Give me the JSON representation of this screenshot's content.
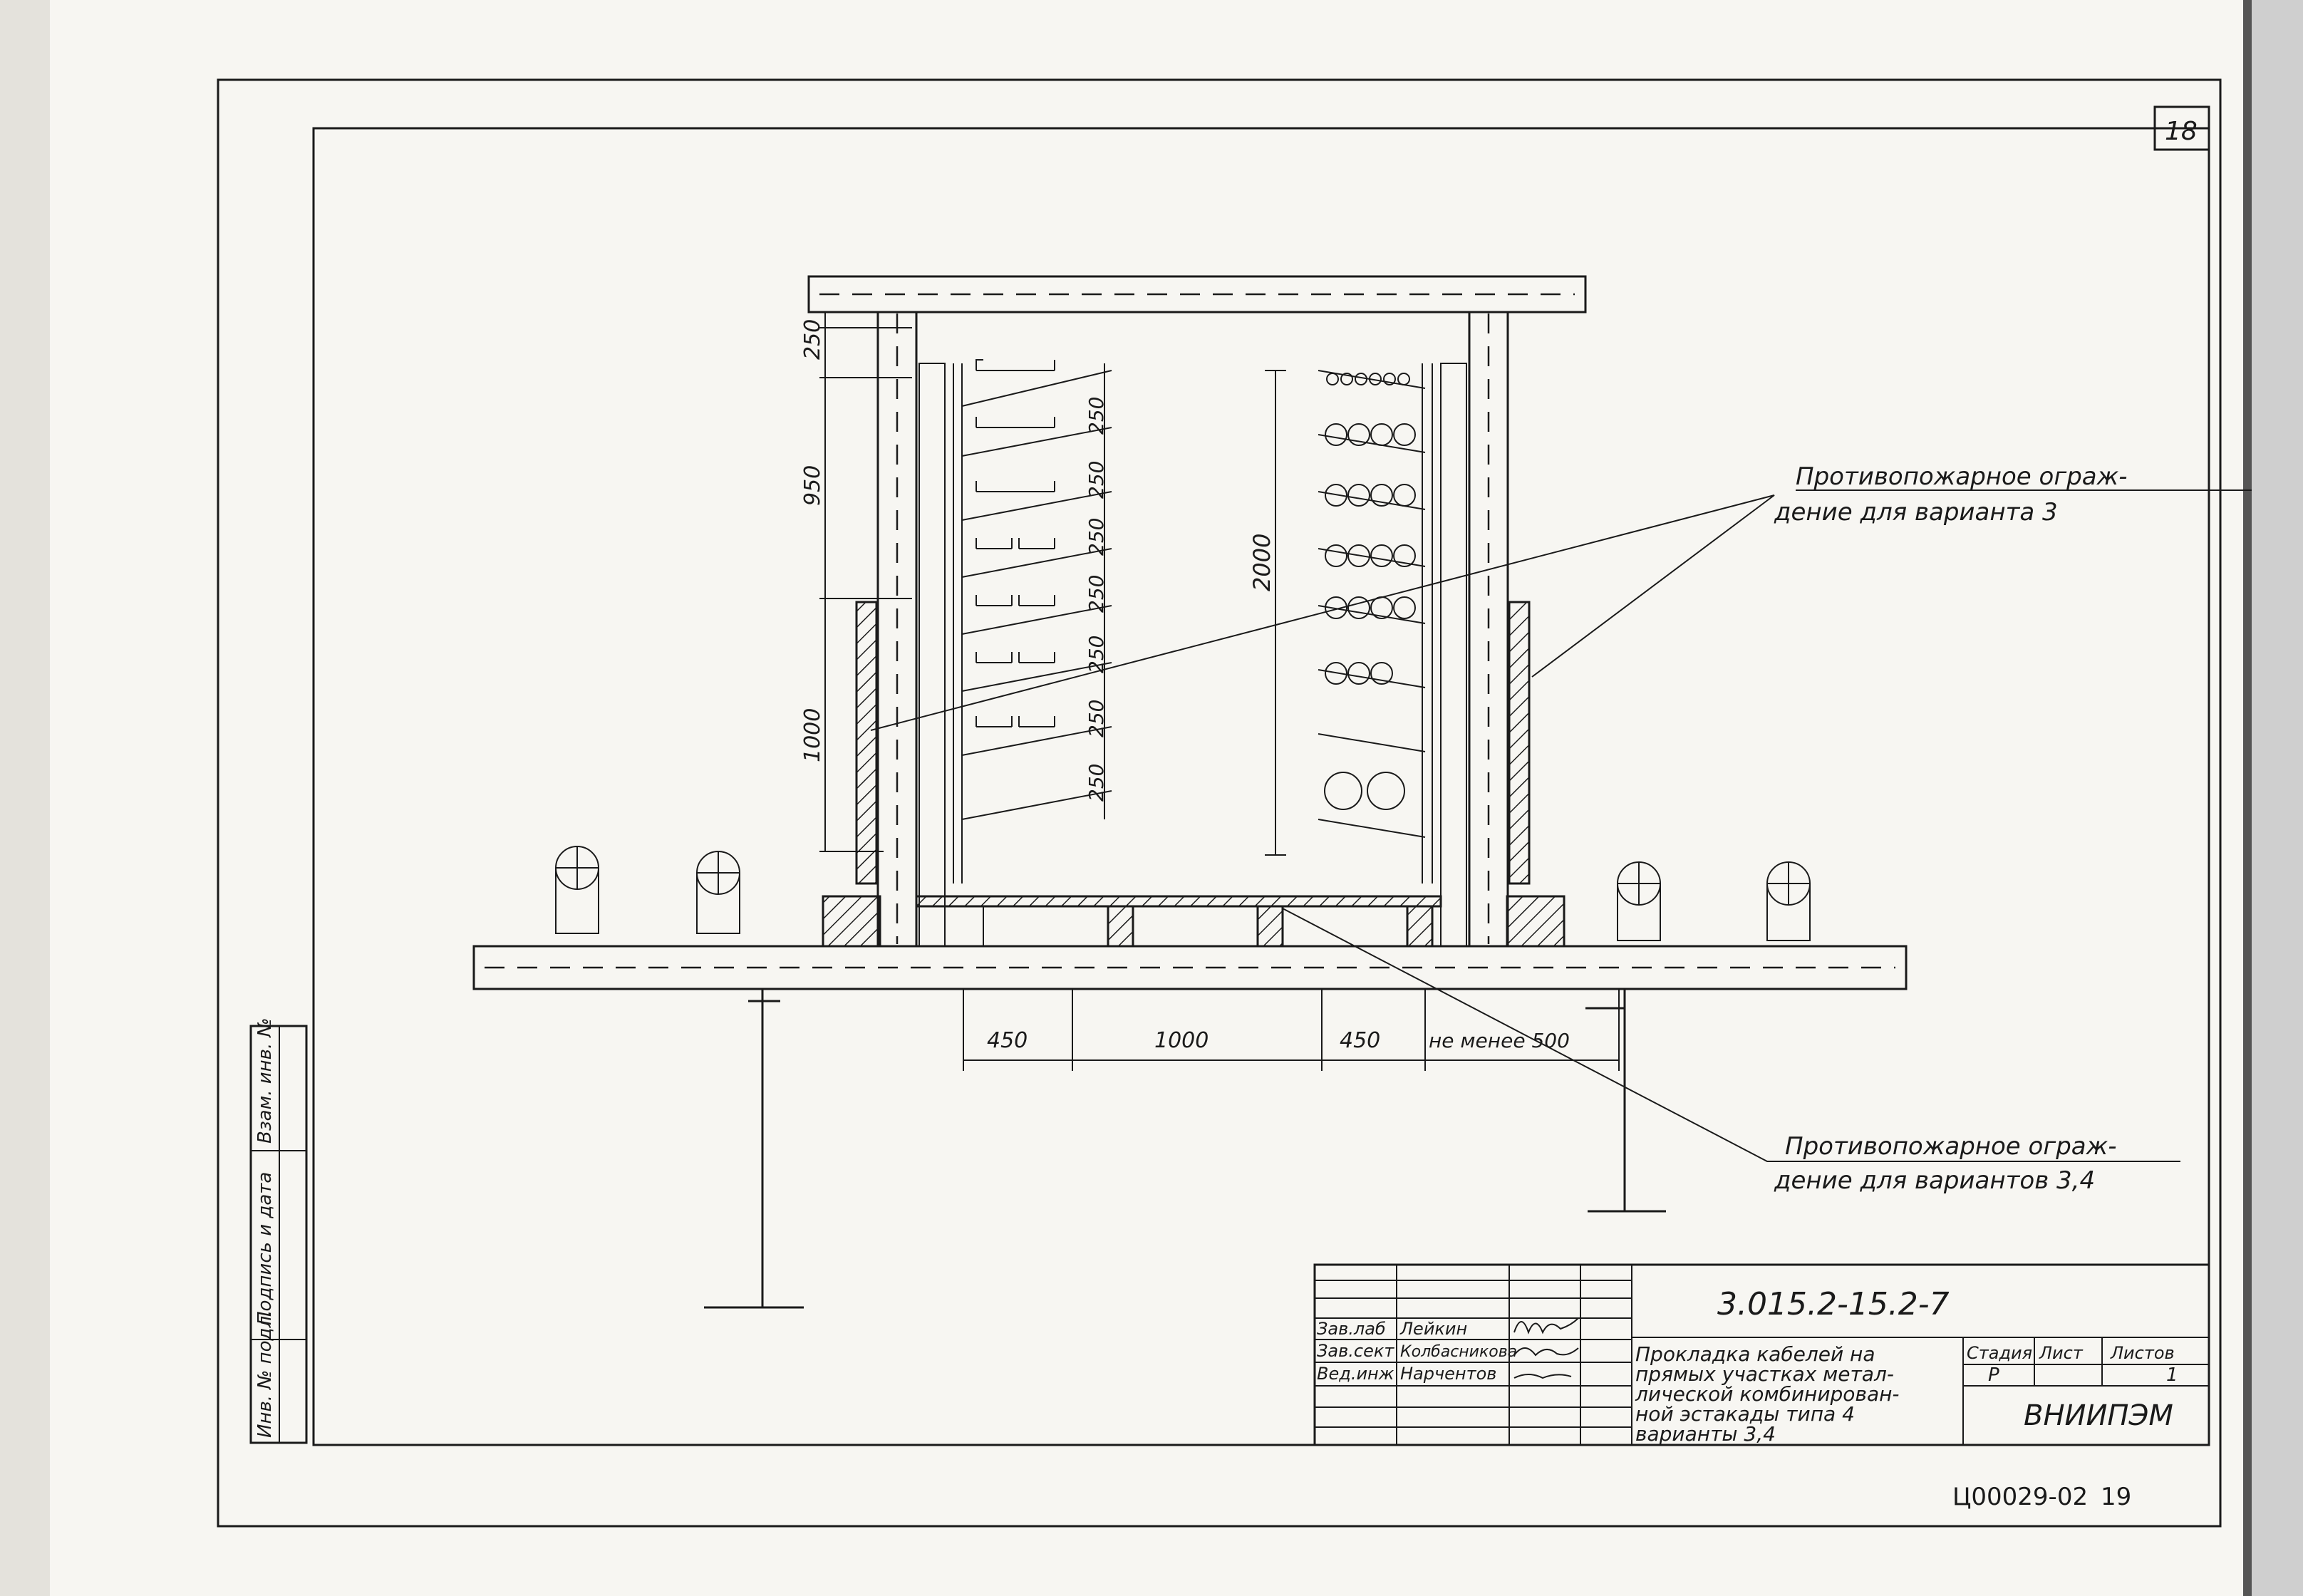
{
  "sheet": {
    "page_number": "18",
    "archive_code": "Ц00029-02",
    "archive_page": "19"
  },
  "drawing": {
    "dimensions_vertical_left": [
      "250",
      "950",
      "1000"
    ],
    "dimensions_shelves": [
      "250",
      "250",
      "250",
      "250",
      "250",
      "250",
      "250"
    ],
    "dimension_right": "2000",
    "dimensions_bottom": [
      "450",
      "1000",
      "450",
      "не менее 500"
    ]
  },
  "callouts": [
    {
      "line1": "Противопожарное ограж-",
      "line2": "дение для варианта 3"
    },
    {
      "line1": "Противопожарное ограж-",
      "line2": "дение для вариантов 3,4"
    }
  ],
  "side_stamp": {
    "fields": [
      "Инв. № подл.",
      "Подпись и дата",
      "Взам. инв. №"
    ]
  },
  "title_block": {
    "document_code": "3.015.2-15.2-7",
    "staff": [
      {
        "role": "Зав.лаб",
        "name": "Лейкин"
      },
      {
        "role": "Зав.сект",
        "name": "Колбасникова"
      },
      {
        "role": "Вед.инж",
        "name": "Нарчентов"
      }
    ],
    "title_lines": [
      "Прокладка кабелей на",
      "прямых участках метал-",
      "лической комбинирован-",
      "ной эстакады типа 4",
      "варианты 3,4"
    ],
    "col_stage": "Стадия",
    "col_sheet": "Лист",
    "col_sheets": "Листов",
    "stage": "Р",
    "sheets_total": "1",
    "organization": "ВНИИПЭМ"
  }
}
